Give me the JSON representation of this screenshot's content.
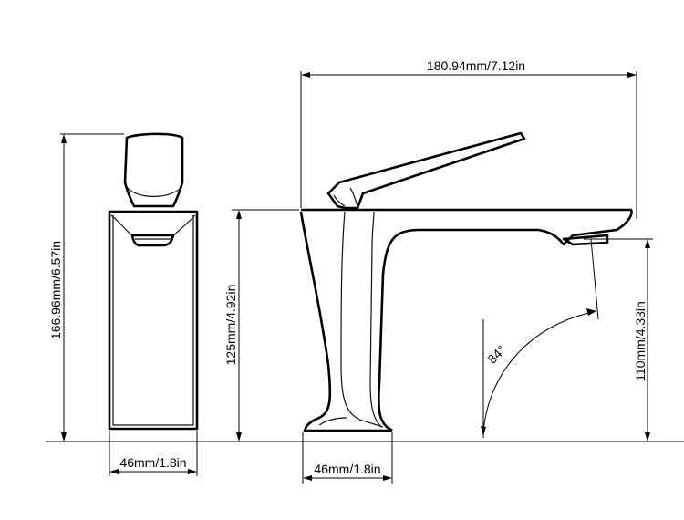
{
  "dimensions": {
    "total_width": "180.94mm/7.12in",
    "total_height": "166.96mm/6.57in",
    "body_height": "125mm/4.92in",
    "spout_height": "110mm/4.33in",
    "side_base_width": "46mm/1.8in",
    "front_base_width": "46mm/1.8in",
    "angle": "84°"
  }
}
